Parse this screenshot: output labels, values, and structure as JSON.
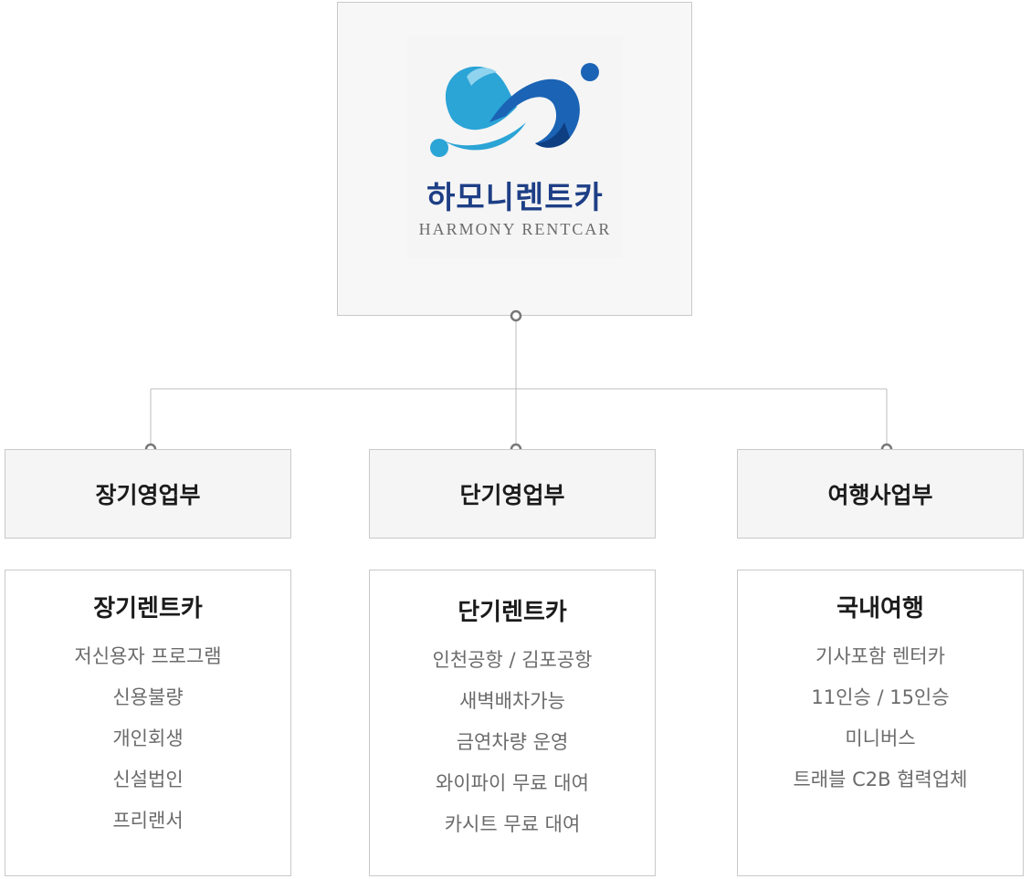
{
  "logo": {
    "name_ko": "하모니렌트카",
    "name_en": "HARMONY RENTCAR"
  },
  "colors": {
    "logo_light_blue": "#2ba4d6",
    "logo_dark_blue": "#1b63b5",
    "logo_text": "#1e3f86",
    "connector": "#bdbdbd",
    "node": "#777777"
  },
  "departments": [
    {
      "name": "장기영업부",
      "service_title": "장기렌트카",
      "items": [
        "저신용자 프로그램",
        "신용불량",
        "개인회생",
        "신설법인",
        "프리랜서"
      ]
    },
    {
      "name": "단기영업부",
      "service_title": "단기렌트카",
      "items": [
        "인천공항 / 김포공항",
        "새벽배차가능",
        "금연차량 운영",
        "와이파이 무료 대여",
        "카시트 무료 대여"
      ]
    },
    {
      "name": "여행사업부",
      "service_title": "국내여행",
      "items": [
        "기사포함 렌터카",
        "11인승 / 15인승",
        "미니버스",
        "트래블 C2B 협력업체"
      ]
    }
  ]
}
